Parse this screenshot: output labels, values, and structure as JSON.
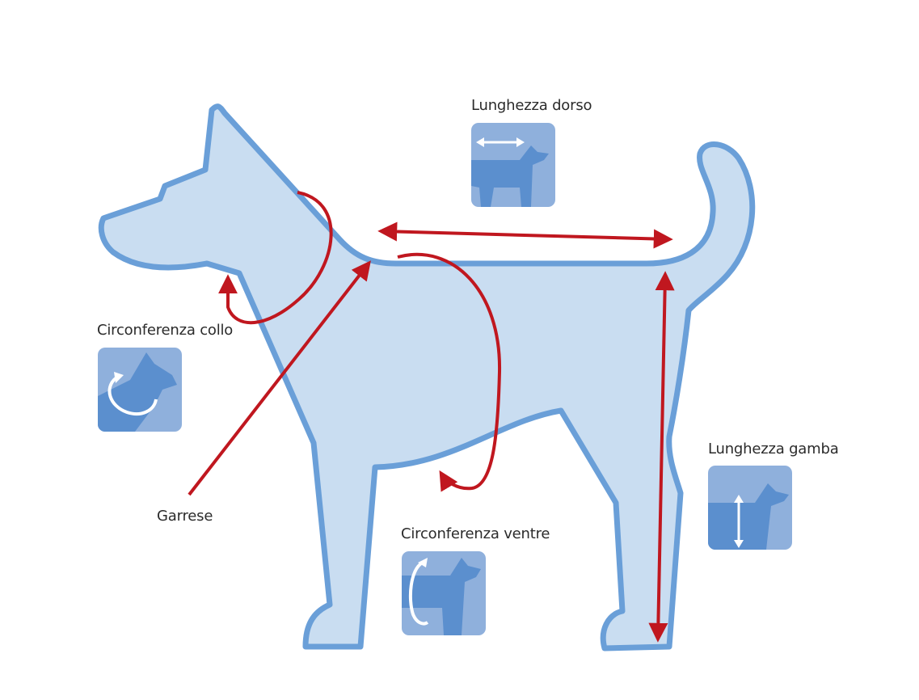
{
  "labels": {
    "back_length": "Lunghezza dorso",
    "neck_circumference": "Circonferenza collo",
    "withers": "Garrese",
    "belly_circumference": "Circonferenza ventre",
    "leg_length": "Lunghezza gamba"
  },
  "colors": {
    "body_fill": "#c9ddf1",
    "body_outline": "#6a9fd8",
    "arrow": "#c0171f",
    "tile_bg": "#8fb0dc",
    "tile_dog": "#5b8fce",
    "tile_arrow": "#ffffff"
  },
  "icons": {
    "back_length": "horizontal-double-arrow-dog-icon",
    "neck_circumference": "circular-arrow-neck-dog-icon",
    "belly_circumference": "circular-arrow-belly-dog-icon",
    "leg_length": "vertical-double-arrow-dog-icon"
  }
}
